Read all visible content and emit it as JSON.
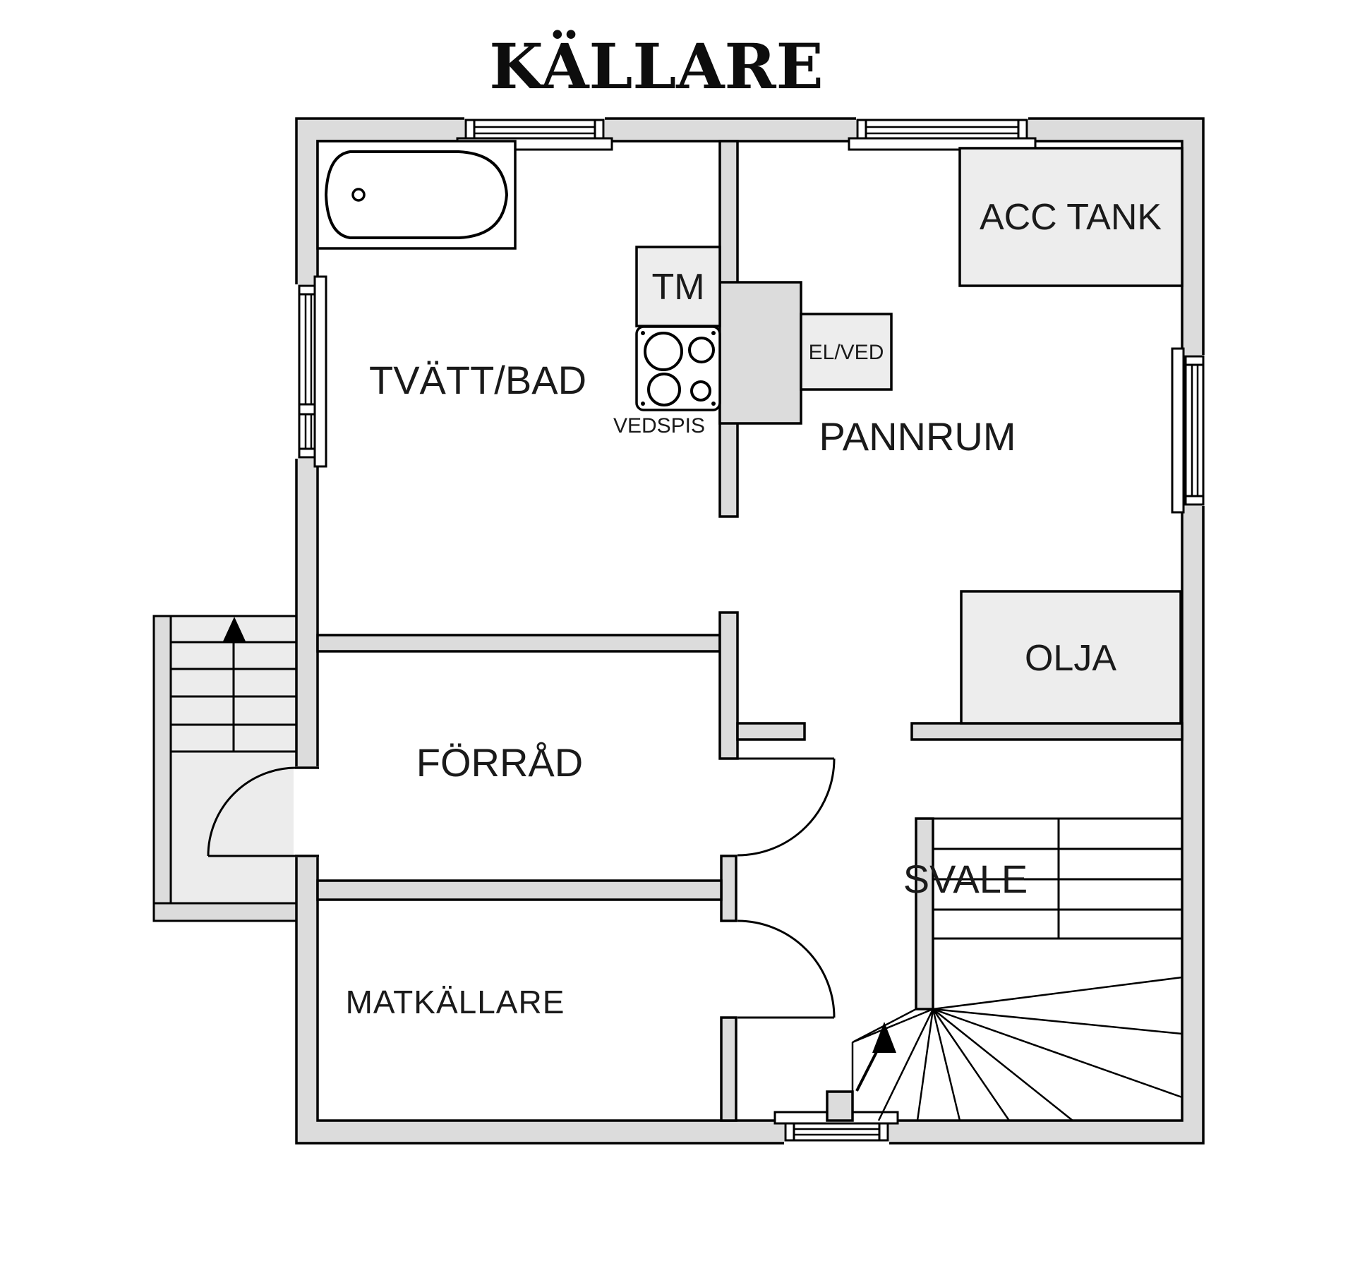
{
  "title": "KÄLLARE",
  "rooms": {
    "tvatt_bad": "TVÄTT/BAD",
    "pannrum": "PANNRUM",
    "forrad": "FÖRRÅD",
    "matkallare": "MATKÄLLARE",
    "svale": "SVALE"
  },
  "fixtures": {
    "tm": "TM",
    "vedspis": "VEDSPIS",
    "el_ved": "EL/VED",
    "acc_tank": "ACC TANK",
    "olja": "OLJA"
  },
  "colors": {
    "background": "#ffffff",
    "wall_fill": "#dcdcdc",
    "fixture_fill": "#ededed",
    "stair_fill": "#ececec",
    "outline": "#000000",
    "text": "#1a1a1a"
  }
}
